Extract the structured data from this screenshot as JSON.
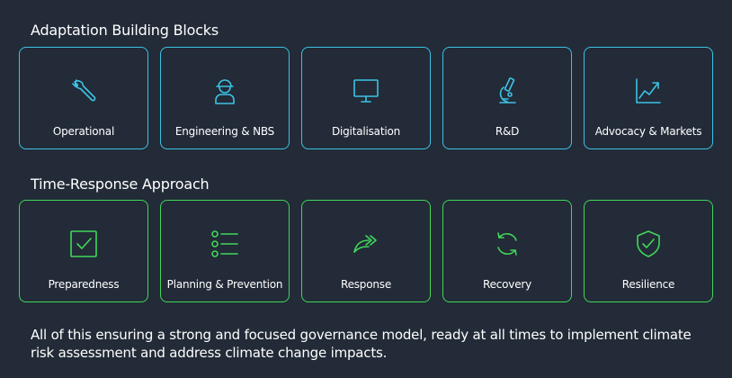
{
  "colors": {
    "background": "#222b37",
    "adaptation_accent": "#3cc3e6",
    "time_response_accent": "#42d65b",
    "text": "#ffffff"
  },
  "adaptation": {
    "title": "Adaptation Building Blocks",
    "cards": [
      {
        "label": "Operational",
        "icon": "wrench-icon"
      },
      {
        "label": "Engineering & NBS",
        "icon": "engineer-icon"
      },
      {
        "label": "Digitalisation",
        "icon": "monitor-icon"
      },
      {
        "label": "R&D",
        "icon": "microscope-icon"
      },
      {
        "label": "Advocacy & Markets",
        "icon": "trend-up-icon"
      }
    ]
  },
  "time_response": {
    "title": "Time-Response Approach",
    "cards": [
      {
        "label": "Preparedness",
        "icon": "checkbox-icon"
      },
      {
        "label": "Planning & Prevention",
        "icon": "checklist-icon"
      },
      {
        "label": "Response",
        "icon": "double-arrow-icon"
      },
      {
        "label": "Recovery",
        "icon": "refresh-icon"
      },
      {
        "label": "Resilience",
        "icon": "shield-check-icon"
      }
    ]
  },
  "footer": {
    "text": "All of this ensuring a strong and focused governance model, ready at all times to implement climate risk assessment and address climate change impacts."
  }
}
